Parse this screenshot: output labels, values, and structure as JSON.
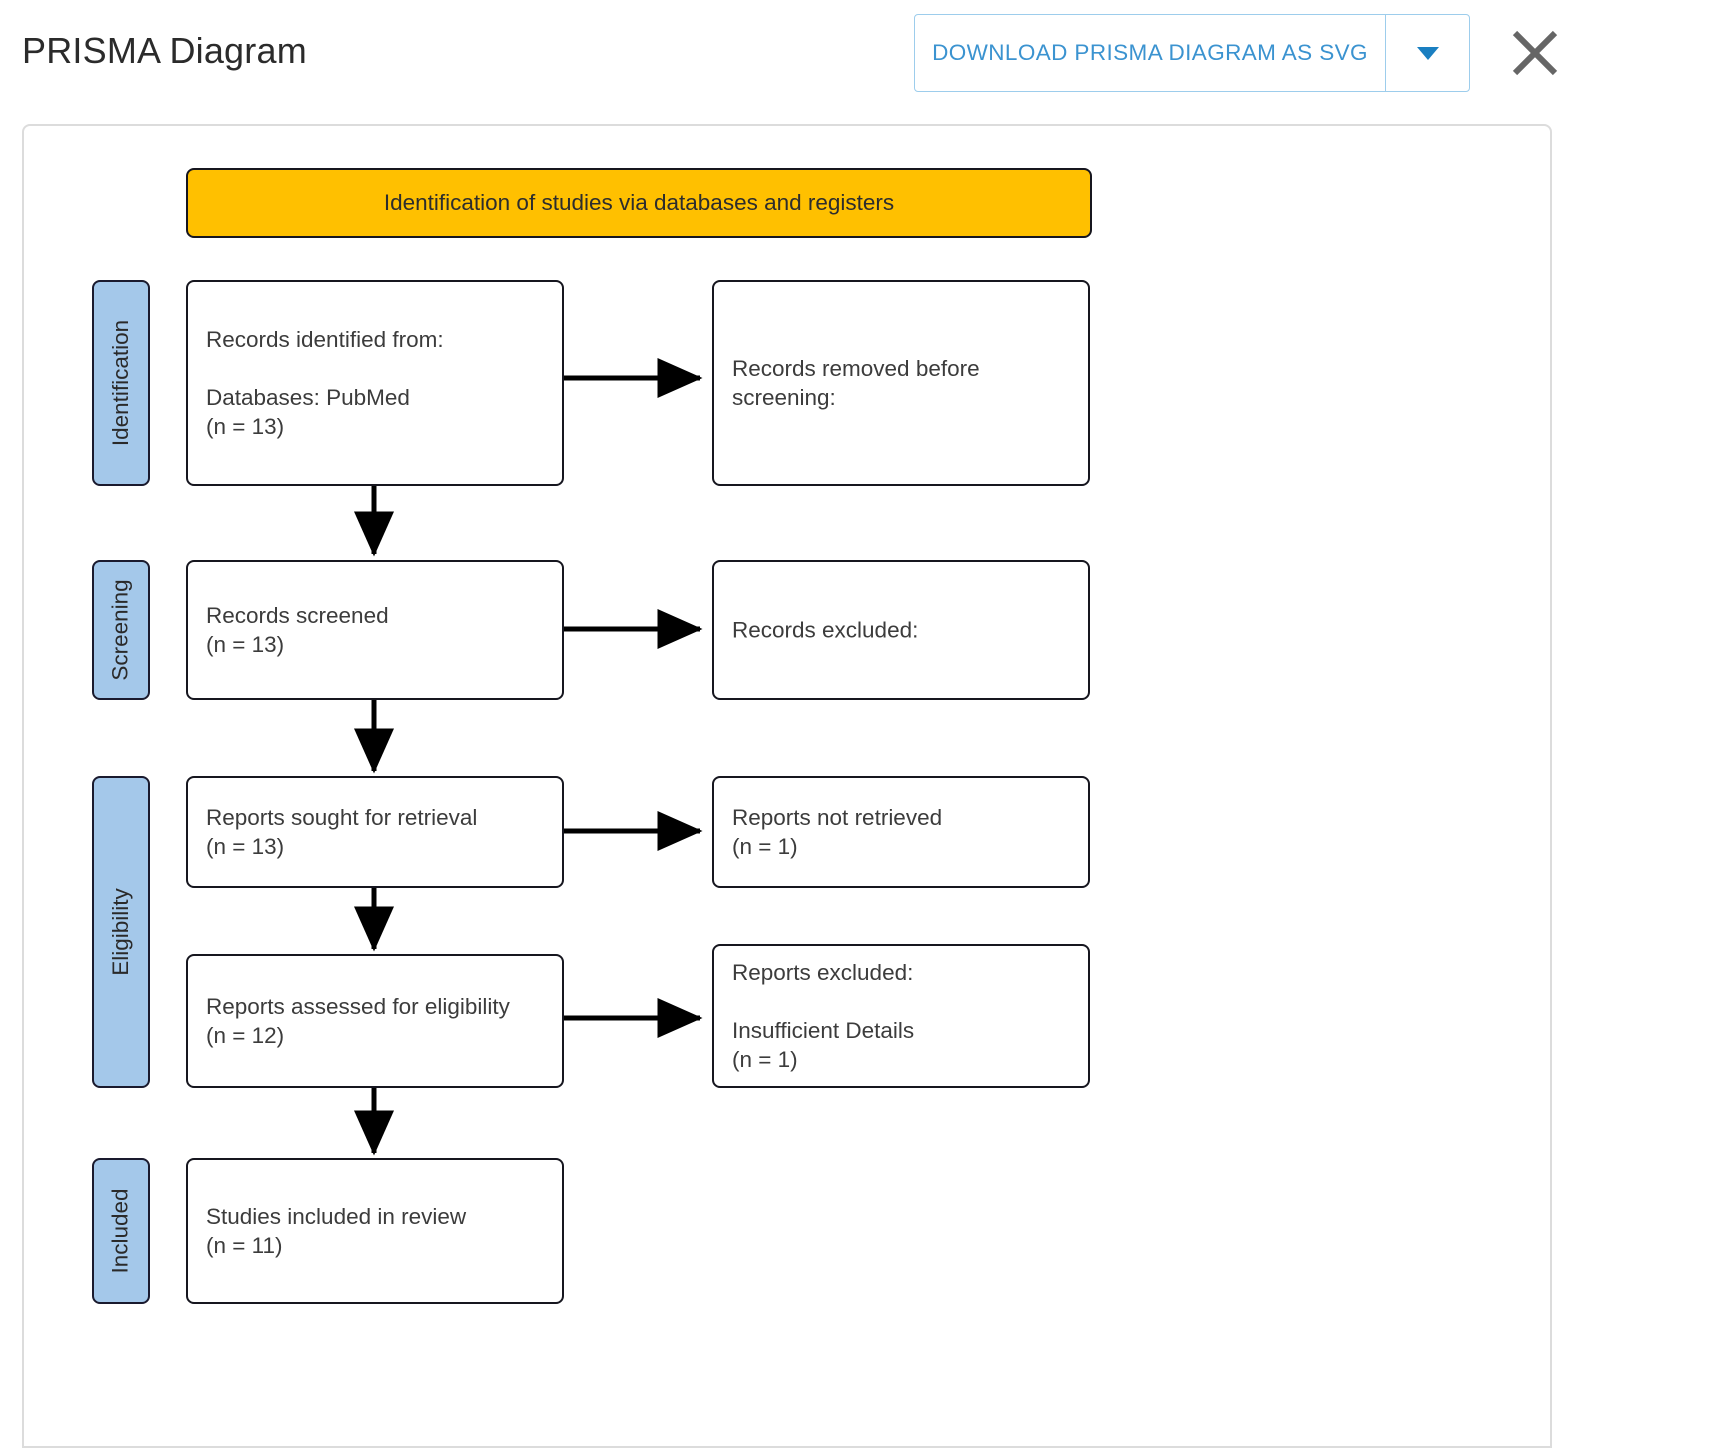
{
  "header": {
    "title": "PRISMA Diagram",
    "download_label": "DOWNLOAD PRISMA DIAGRAM AS SVG",
    "dropdown_icon": "chevron-down-icon",
    "close_icon": "close-icon",
    "accent_color": "#3b93d0"
  },
  "diagram": {
    "banner": "Identification of studies via databases and registers",
    "banner_color": "#FFC000",
    "stage_color": "#a4c8ea",
    "stages": [
      {
        "key": "identification",
        "label": "Identification"
      },
      {
        "key": "screening",
        "label": "Screening"
      },
      {
        "key": "eligibility",
        "label": "Eligibility"
      },
      {
        "key": "included",
        "label": "Included"
      }
    ],
    "boxes": [
      {
        "key": "records-identified",
        "text": "Records identified from:\n\nDatabases: PubMed\n(n = 13)"
      },
      {
        "key": "records-removed",
        "text": "Records removed before screening:"
      },
      {
        "key": "records-screened",
        "text": "Records screened\n(n = 13)"
      },
      {
        "key": "records-excluded",
        "text": "Records excluded:"
      },
      {
        "key": "reports-sought",
        "text": "Reports sought for retrieval\n(n = 13)"
      },
      {
        "key": "reports-not-retrieved",
        "text": "Reports not retrieved\n(n = 1)"
      },
      {
        "key": "reports-assessed",
        "text": "Reports assessed for eligibility\n(n = 12)"
      },
      {
        "key": "reports-excluded",
        "text": "Reports excluded:\n\nInsufficient Details\n(n = 1)"
      },
      {
        "key": "studies-included",
        "text": "Studies included in review\n(n = 11)"
      }
    ]
  }
}
